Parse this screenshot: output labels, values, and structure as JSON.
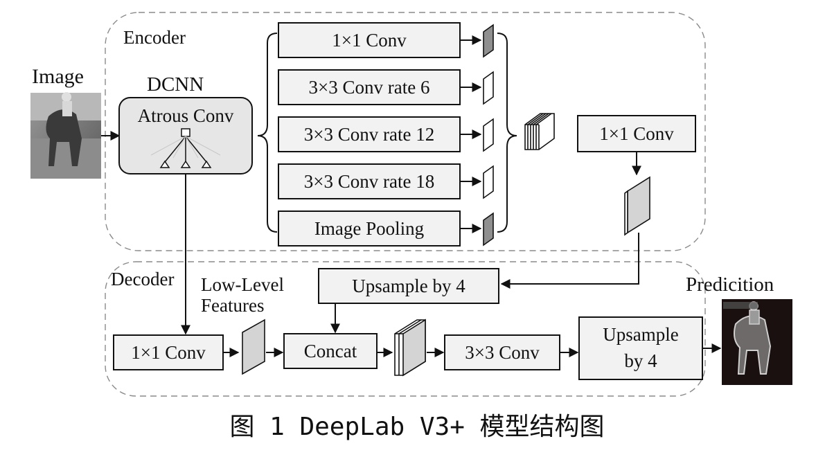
{
  "labels": {
    "encoder": "Encoder",
    "decoder": "Decoder",
    "image": "Image",
    "dcnn": "DCNN",
    "atrous_conv": "Atrous Conv",
    "low_level_line1": "Low-Level",
    "low_level_line2": "Features",
    "prediction": "Predicition"
  },
  "aspp": [
    {
      "label": "1×1 Conv"
    },
    {
      "label": "3×3 Conv rate 6"
    },
    {
      "label": "3×3 Conv rate 12"
    },
    {
      "label": "3×3 Conv rate 18"
    },
    {
      "label": "Image Pooling"
    }
  ],
  "encoder_conv": "1×1 Conv",
  "decoder": {
    "upsample_top": "Upsample by 4",
    "conv1x1": "1×1 Conv",
    "concat": "Concat",
    "conv3x3": "3×3 Conv",
    "upsample_line1": "Upsample",
    "upsample_line2": "by 4"
  },
  "caption": "图 1  DeepLab V3+ 模型结构图",
  "colors": {
    "box_fill": "#f2f2f2",
    "dcnn_fill": "#e6e6e6",
    "feature_fill": "#cfcfcf",
    "stroke": "#111111",
    "dashed": "#8a8a8a"
  }
}
